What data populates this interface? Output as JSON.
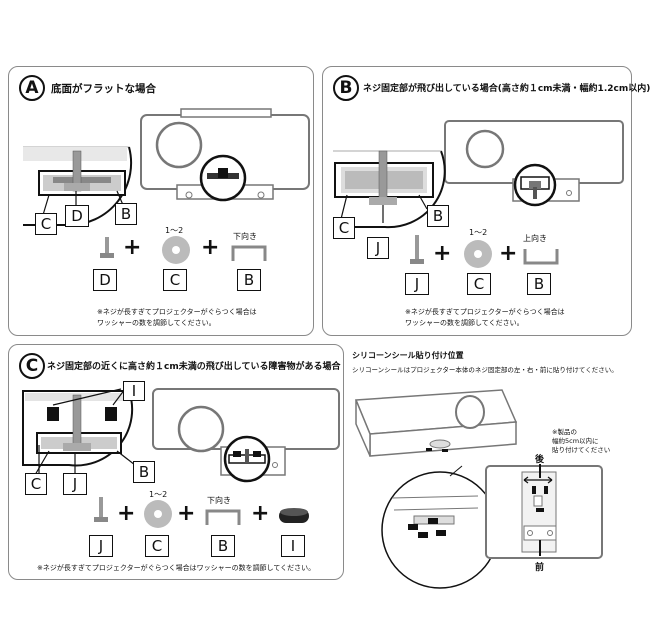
{
  "panels": {
    "a": {
      "letter": "A",
      "title": "底面がフラットな場合",
      "range": "1～2",
      "bracket": "下向き",
      "labels": {
        "c": "C",
        "d": "D",
        "b": "B"
      },
      "parts": {
        "screw": "D",
        "washer": "C",
        "bracket": "B"
      },
      "note_line1": "※ネジが長すぎてプロジェクターがぐらつく場合は",
      "note_line2": "ワッシャーの数を調節してください。"
    },
    "b": {
      "letter": "B",
      "title": "ネジ固定部が飛び出している場合(高さ約１cm未満・幅約1.2cm以内)",
      "range": "1～2",
      "bracket": "上向き",
      "labels": {
        "c": "C",
        "j": "J",
        "b": "B"
      },
      "parts": {
        "screw": "J",
        "washer": "C",
        "bracket": "B"
      },
      "note_line1": "※ネジが長すぎてプロジェクターがぐらつく場合は",
      "note_line2": "ワッシャーの数を調節してください。"
    },
    "c": {
      "letter": "C",
      "title": "ネジ固定部の近くに高さ約１cm未満の飛び出している障害物がある場合",
      "range": "1～2",
      "bracket": "下向き",
      "labels": {
        "i": "I",
        "c": "C",
        "j": "J",
        "b": "B"
      },
      "parts": {
        "screw": "J",
        "washer": "C",
        "bracket": "B",
        "pad": "I"
      },
      "note": "※ネジが長すぎてプロジェクターがぐらつく場合はワッシャーの数を調節してください。"
    },
    "d": {
      "title": "シリコーンシール貼り付け位置",
      "subtitle": "シリコーンシールはプロジェクター本体のネジ固定部の左・右・前に貼り付けてください。",
      "note_line1": "※製品の",
      "note_line2": "幅約5cm以内に",
      "note_line3": "貼り付けてください",
      "back": "後",
      "front": "前"
    }
  },
  "colors": {
    "line": "#111111",
    "gray": "#9a9a9a",
    "light": "#cfcfcf",
    "border": "#8a8a8a"
  }
}
